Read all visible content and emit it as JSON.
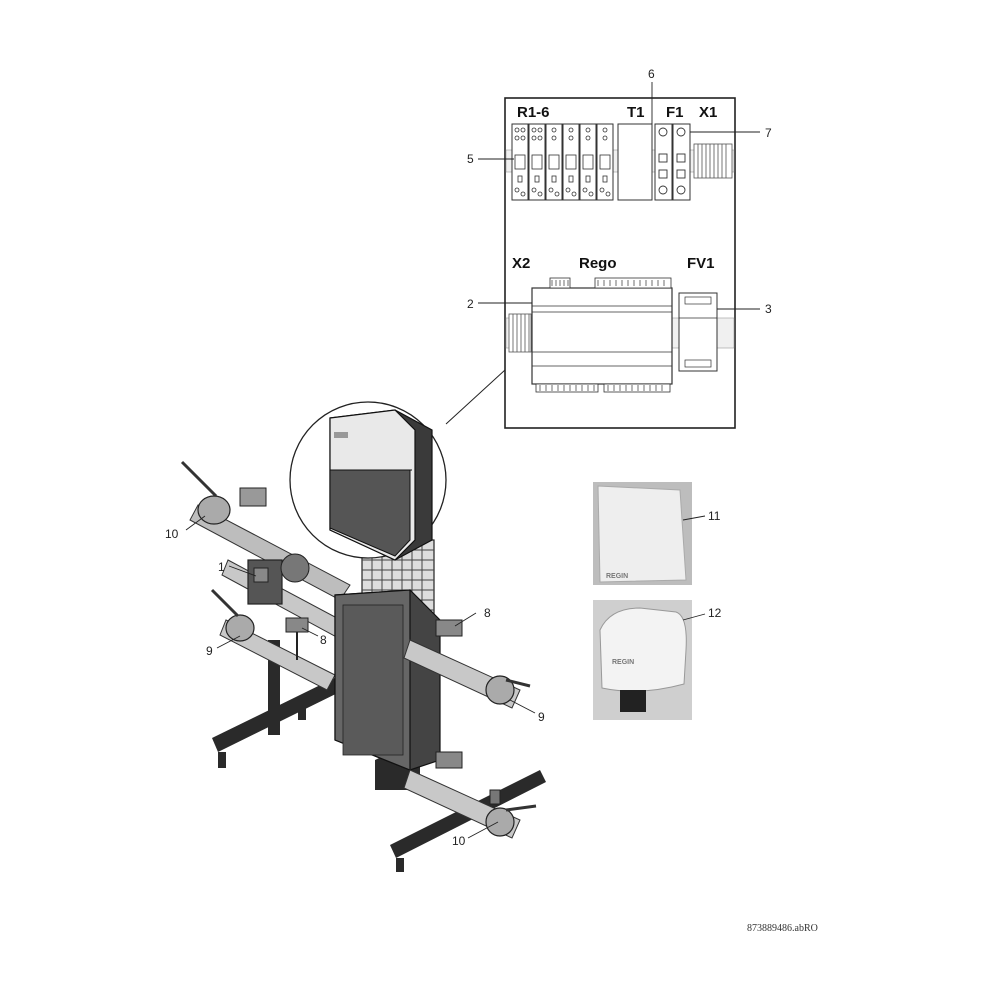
{
  "panel": {
    "headings": {
      "r16": "R1-6",
      "t1": "T1",
      "f1": "F1",
      "x1": "X1",
      "x2": "X2",
      "rego": "Rego",
      "fv1": "FV1"
    }
  },
  "callouts": {
    "c1": "1",
    "c2": "2",
    "c3": "3",
    "c5": "5",
    "c6": "6",
    "c7": "7",
    "c8a": "8",
    "c8b": "8",
    "c9a": "9",
    "c9b": "9",
    "c10a": "10",
    "c10b": "10",
    "c11": "11",
    "c12": "12"
  },
  "sensors": {
    "brand_11": "REGIN",
    "brand_12": "REGIN"
  },
  "figure_code": "873889486.abRO",
  "icons": [
    "terminal-block-icon",
    "relay-icon",
    "fuse-icon",
    "transformer-icon",
    "controller-icon",
    "surge-protector-icon",
    "ball-valve-icon",
    "pump-icon",
    "heat-exchanger-icon",
    "sensor-icon"
  ]
}
